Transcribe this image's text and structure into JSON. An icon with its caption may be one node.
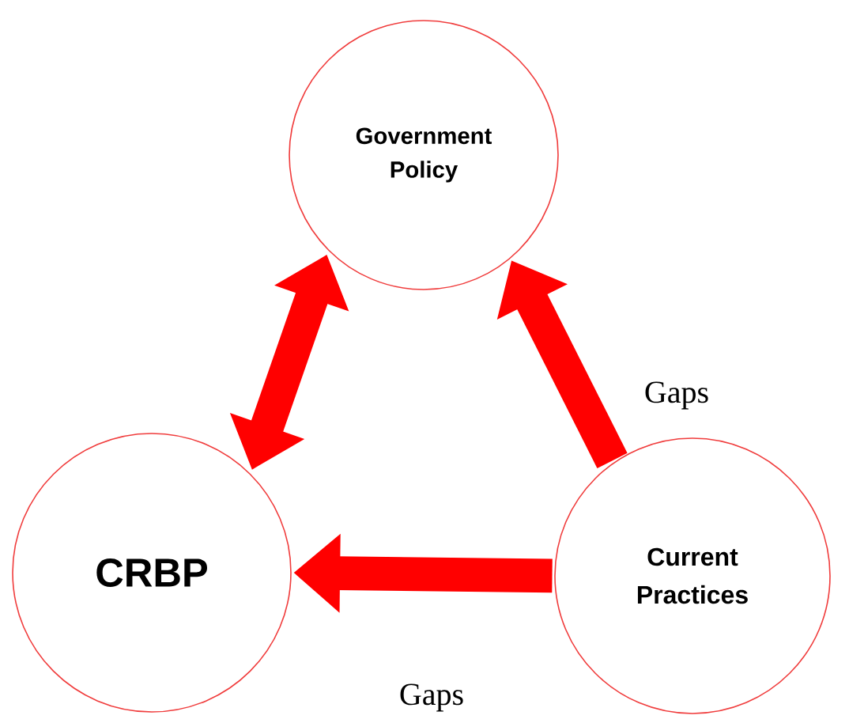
{
  "diagram": {
    "nodes": [
      {
        "text": [
          "Government Policy"
        ]
      },
      {
        "text": [
          "CRBP"
        ]
      },
      {
        "text": [
          "Current Practices"
        ]
      }
    ],
    "edges": [
      {
        "from": 1,
        "to": 0,
        "arrow": "both"
      },
      {
        "from": 2,
        "to": 0,
        "arrow": "to",
        "label": "Gaps"
      },
      {
        "from": 2,
        "to": 1,
        "arrow": "to",
        "label": "Gaps"
      }
    ]
  }
}
